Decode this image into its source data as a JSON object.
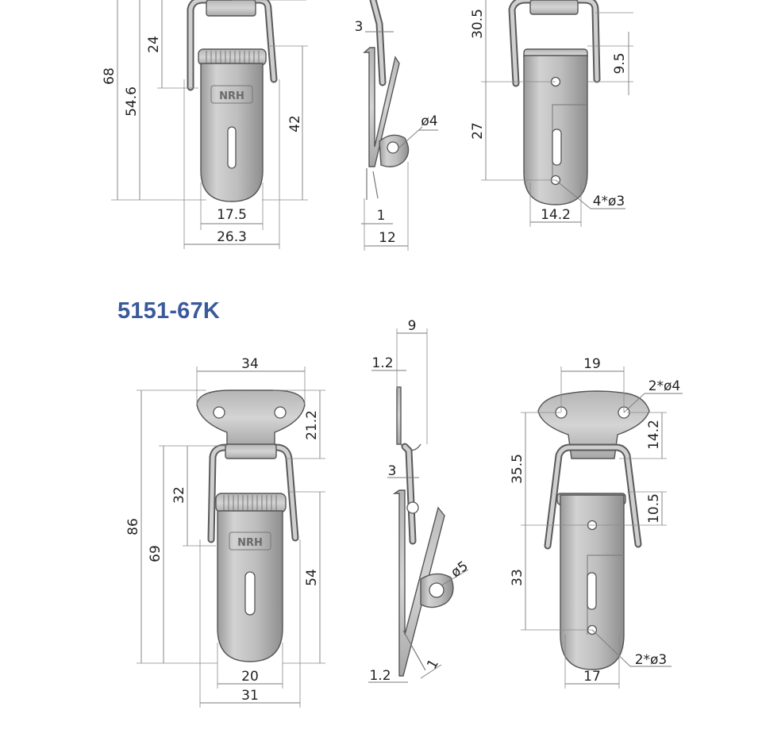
{
  "model": "5151-67K",
  "brand_mark": "NRH",
  "top_drawing": {
    "front_dims": [
      "68",
      "54.6",
      "24",
      "42",
      "17.5",
      "26.3"
    ],
    "side_dims": [
      "3",
      "ø4",
      "1",
      "12"
    ],
    "back_dims": [
      "30.5",
      "9.5",
      "27",
      "4*ø3",
      "14.2"
    ]
  },
  "bottom_drawing": {
    "front_dims": [
      "34",
      "21.2",
      "32",
      "86",
      "69",
      "54",
      "20",
      "31"
    ],
    "side_dims": [
      "9",
      "1.2",
      "3",
      "ø5",
      "1",
      "1.2"
    ],
    "back_dims": [
      "19",
      "2*ø4",
      "14.2",
      "35.5",
      "10.5",
      "33",
      "2*ø3",
      "17"
    ]
  },
  "colors": {
    "title": "#3a5a9c",
    "line": "#7a7a7a",
    "metal": "#c4c4c4"
  }
}
